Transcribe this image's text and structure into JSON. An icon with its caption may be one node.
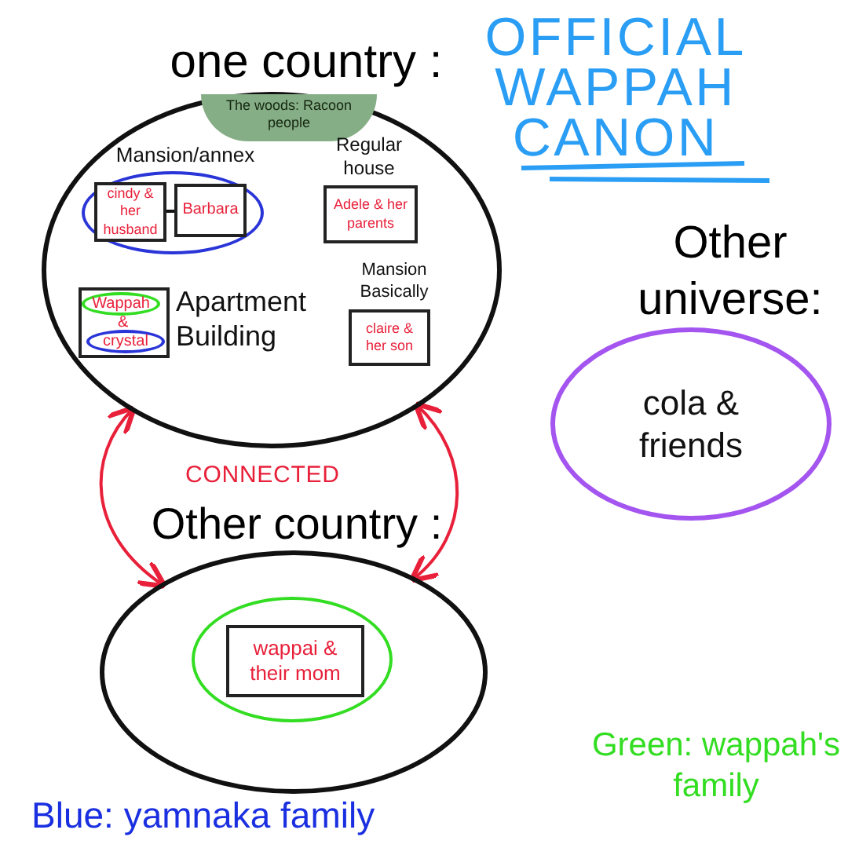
{
  "diagram": {
    "title": "OFFICIAL WAPPAH CANON",
    "nodes": [
      {
        "text": [
          "one country :"
        ]
      },
      {
        "text": [
          "The woods: Racoon people"
        ],
        "in": 0
      },
      {
        "text": [
          "Mansion/annex"
        ],
        "in": 0
      },
      {
        "text": [
          "cindy & her husband"
        ],
        "in": 2
      },
      {
        "text": [
          "Barbara"
        ],
        "in": 2
      },
      {
        "text": [
          "Regular house",
          "Adele & her parents"
        ],
        "in": 0
      },
      {
        "text": [
          "&"
        ],
        "beside": [
          "Apartment Building"
        ],
        "in": 0
      },
      {
        "text": [
          "Wappah"
        ],
        "in": 6
      },
      {
        "text": [
          "crystal"
        ],
        "in": 6
      },
      {
        "text": [
          "Mansion Basically",
          "claire & her son"
        ],
        "in": 0
      },
      {
        "text": [
          "Other country :"
        ]
      },
      {
        "text": [],
        "shape": "circle",
        "in": 10
      },
      {
        "text": [
          "wappai & their mom"
        ],
        "in": 11
      },
      {
        "text": [
          "Other universe:",
          "cola & friends"
        ]
      }
    ],
    "edges": [
      {
        "from": 3,
        "to": 4,
        "arrow": "none",
        "color": "#111111"
      },
      {
        "from": 0,
        "to": 10,
        "arrow": "both",
        "color": "#e8203a"
      },
      {
        "from": 0,
        "to": 10,
        "arrow": "both",
        "color": "#e8203a"
      }
    ],
    "labels": [
      "CONNECTED"
    ],
    "legend": [
      {
        "text": "Blue: yamnaka family",
        "color": "#1a2fe0"
      },
      {
        "text": "Green: wappah's family",
        "color": "#33dd22"
      }
    ]
  }
}
